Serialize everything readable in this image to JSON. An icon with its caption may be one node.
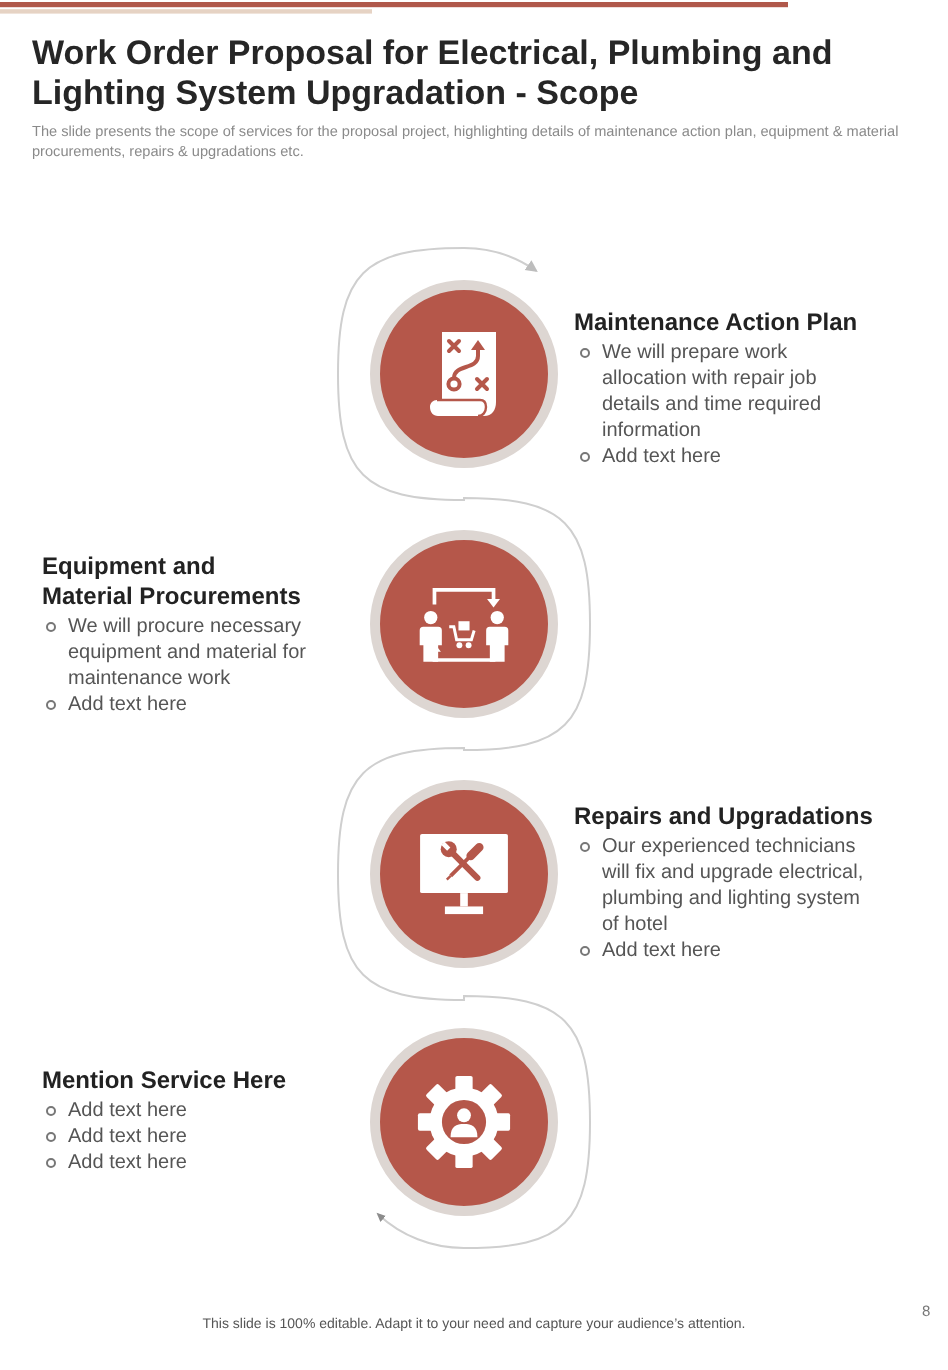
{
  "diagram": {
    "title": "Work Order Proposal for Electrical, Plumbing and Lighting System Upgradation - Scope",
    "nodes": [
      {
        "text": [],
        "shape": "circle",
        "beside": [
          "Maintenance Action Plan",
          "We will prepare work allocation with repair job details and time required information",
          "Add text here"
        ]
      },
      {
        "text": [],
        "shape": "circle",
        "beside": [
          "Equipment and Material Procurements",
          "We will procure necessary equipment and material for maintenance work",
          "Add text here"
        ]
      },
      {
        "text": [],
        "shape": "circle",
        "beside": [
          "Repairs and Upgradations",
          "Our experienced technicians will fix and upgrade electrical, plumbing and lighting system of hotel",
          "Add text here"
        ]
      },
      {
        "text": [],
        "shape": "circle",
        "beside": [
          "Mention Service Here",
          "Add text here",
          "Add text here",
          "Add text here"
        ]
      }
    ],
    "edges": [
      {
        "from": 0,
        "to": 3,
        "arrow": "both"
      }
    ],
    "labels": [
      "The slide presents the scope of services for the proposal project, highlighting details of maintenance action plan, equipment & material procurements, repairs & upgradations etc.",
      "This slide is 100% editable. Adapt it to your need and capture your audience’s attention.",
      "8"
    ]
  }
}
